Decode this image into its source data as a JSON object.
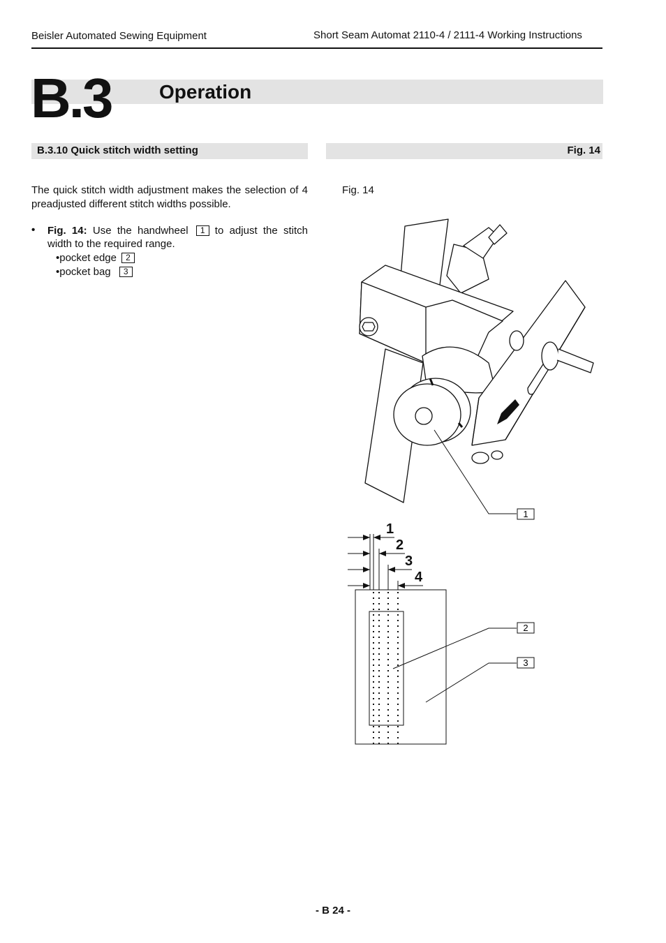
{
  "header": {
    "left": "Beisler Automated Sewing Equipment",
    "right": "Short Seam Automat 2110-4 / 2111-4 Working Instructions"
  },
  "chapter": {
    "number": "B.3",
    "title": "Operation"
  },
  "section": {
    "title": "B.3.10 Quick stitch width setting",
    "fig_ref": "Fig. 14"
  },
  "body": {
    "intro": "The quick stitch width adjustment makes the selection of 4 preadjusted different stitch widths possible.",
    "bullet_marker": "•",
    "bullet_fig": "Fig. 14:",
    "bullet_text_a": "Use the handwheel",
    "bullet_ref": "1",
    "bullet_text_b": "to adjust the stitch width to the required range.",
    "sub_items": [
      {
        "label": "•pocket edge",
        "ref": "2"
      },
      {
        "label": "•pocket bag",
        "ref": "3"
      }
    ]
  },
  "figure": {
    "caption": "Fig. 14",
    "callouts": [
      "1",
      "2",
      "3"
    ],
    "width_markers": [
      "1",
      "2",
      "3",
      "4"
    ]
  },
  "footer": {
    "page": "- B 24 -"
  }
}
